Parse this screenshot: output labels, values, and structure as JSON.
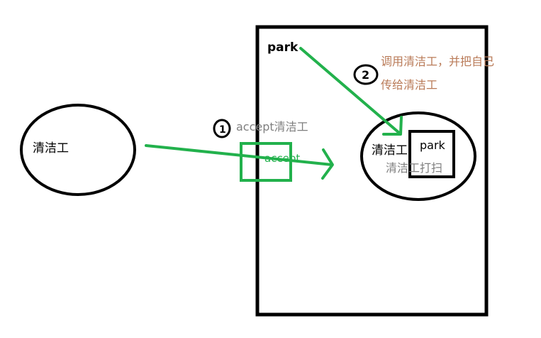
{
  "left_node": {
    "label": "清洁工"
  },
  "park_box": {
    "title": "park"
  },
  "inner_node": {
    "label": "清洁工"
  },
  "inner_park": {
    "label": "park"
  },
  "inner_caption": "清洁工打扫",
  "accept_region": {
    "label": "accept"
  },
  "step1": {
    "number": "1",
    "text": "accept清洁工"
  },
  "step2": {
    "number": "2",
    "line1": "调用清洁工，并把自己",
    "line2": "传给清洁工"
  },
  "colors": {
    "stroke": "#000000",
    "arrow": "#22b14c",
    "annotation": "#7f7f7f",
    "step2_text": "#b97a57",
    "accept_text": "#22b14c"
  }
}
